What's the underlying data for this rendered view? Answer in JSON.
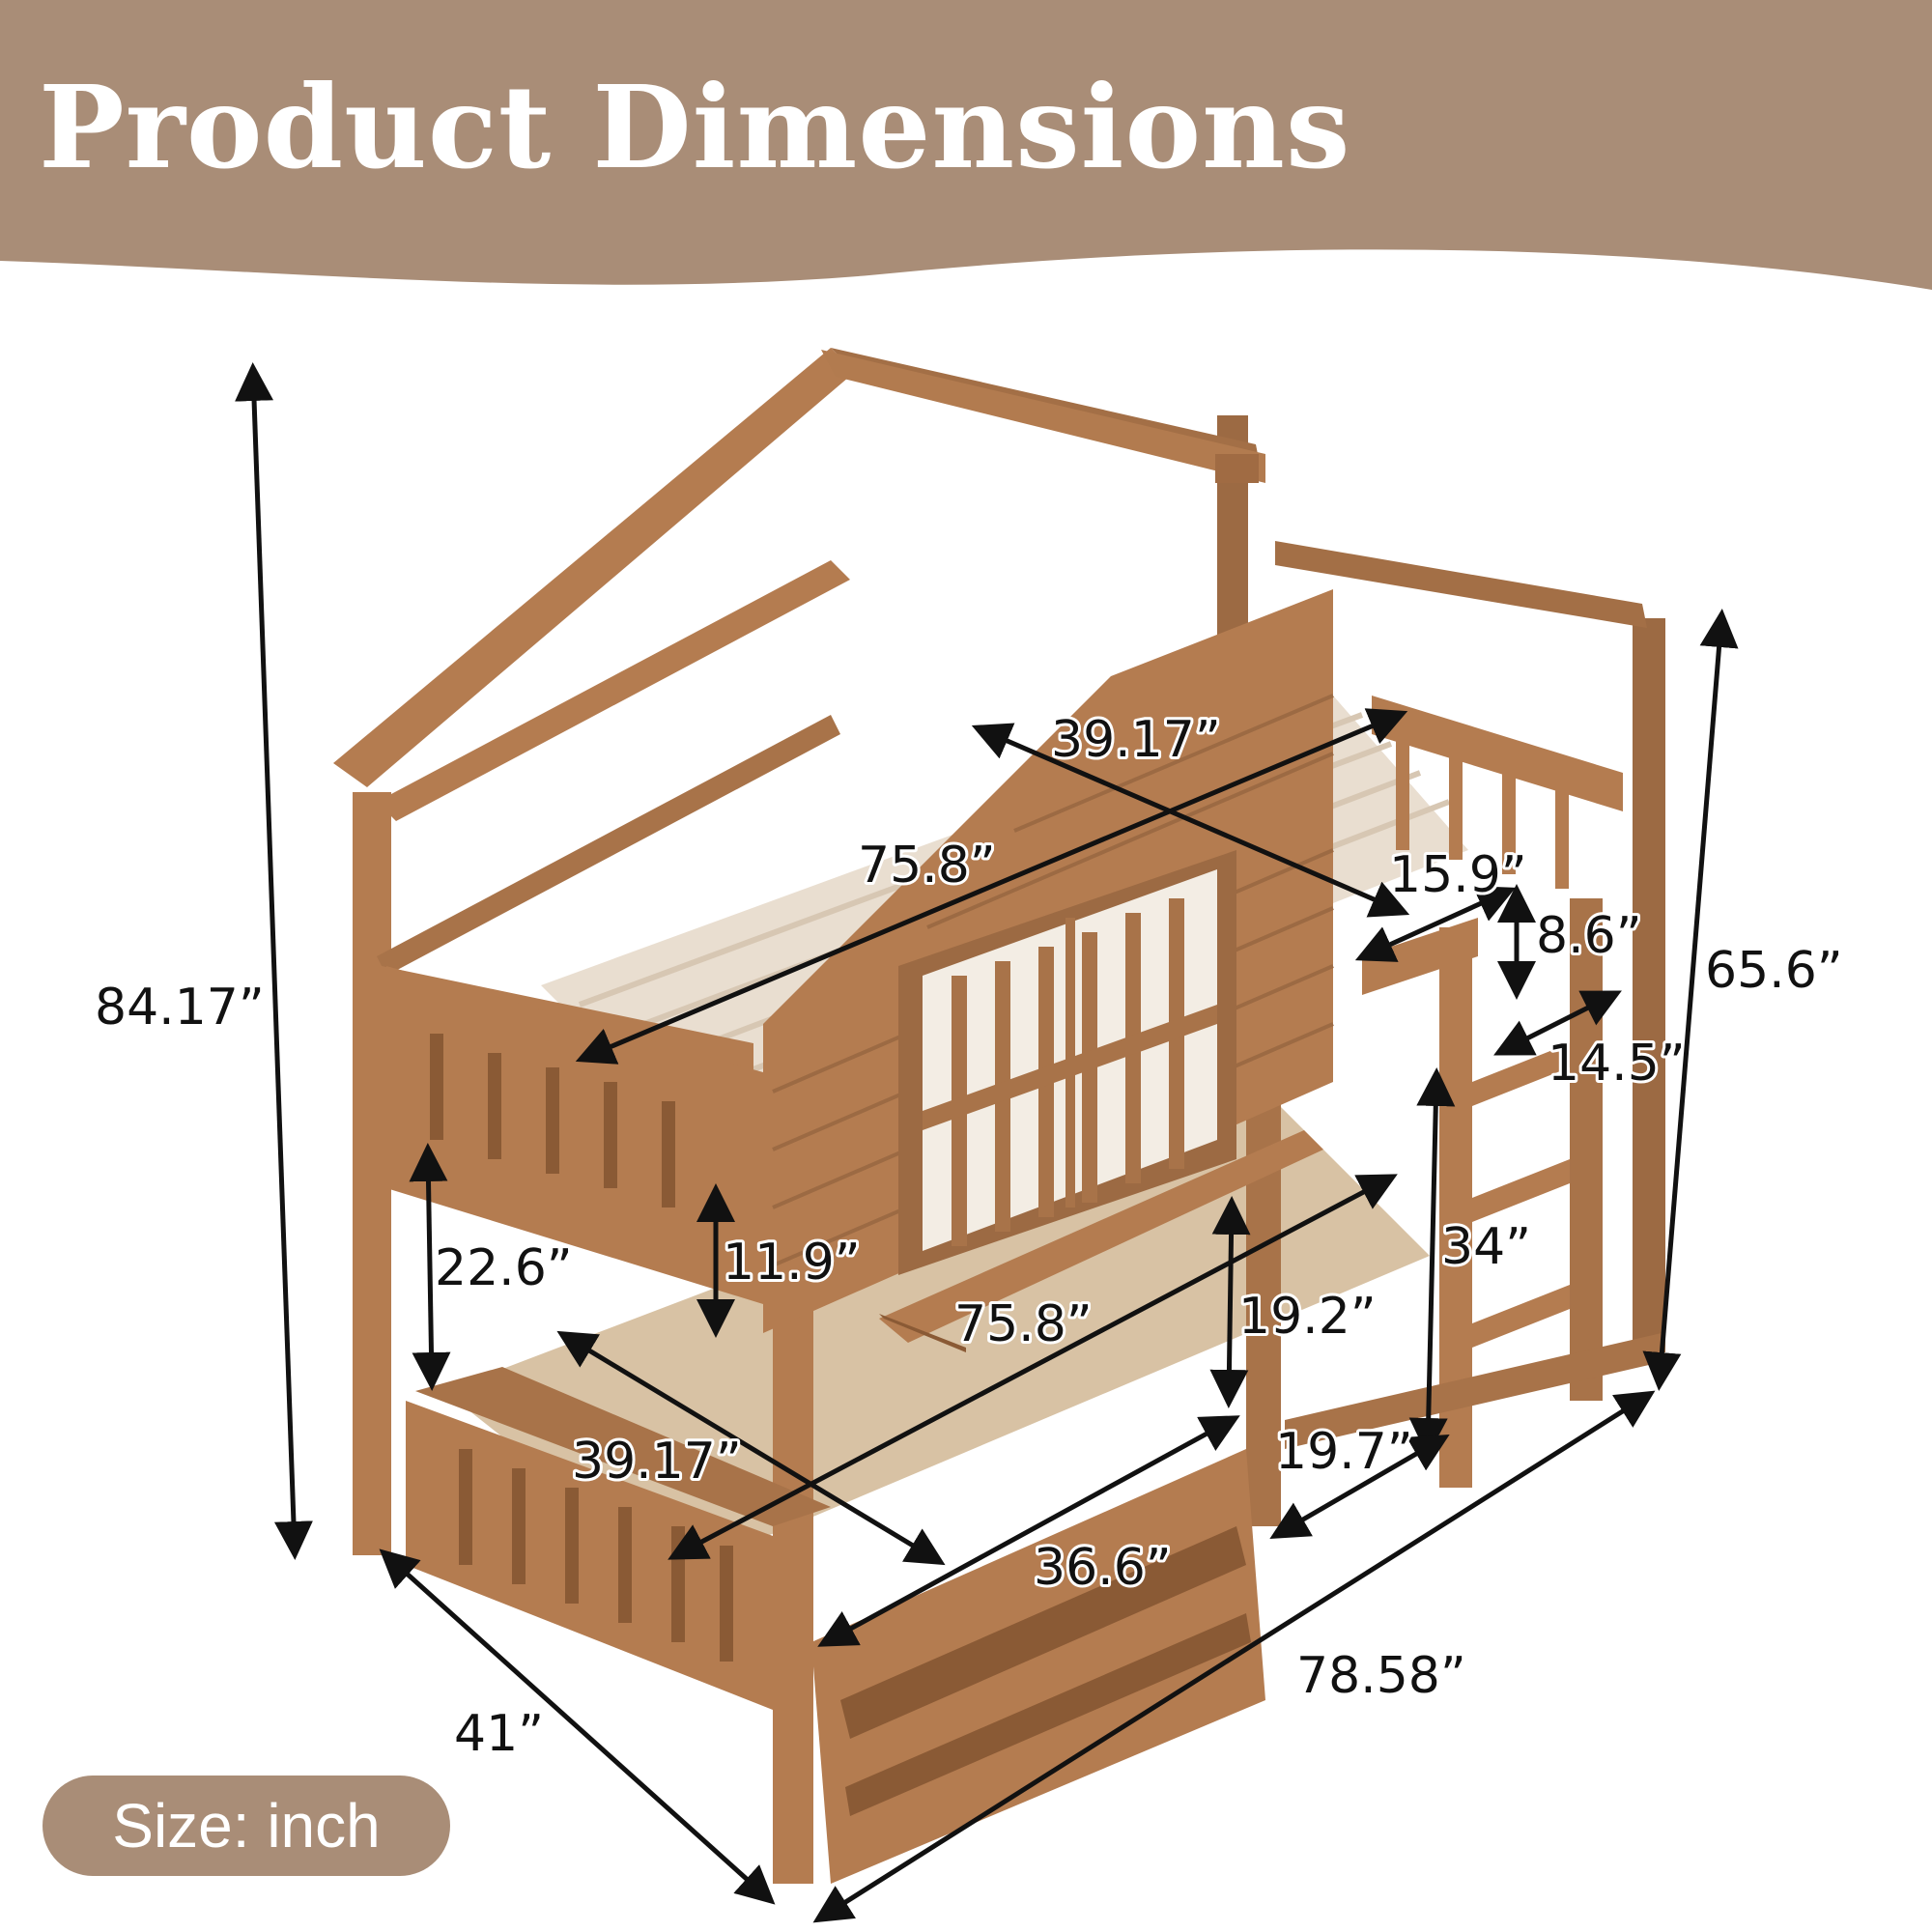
{
  "header": {
    "title": "Product Dimensions",
    "band_color": "#a98d77"
  },
  "badge": {
    "label": "Size: inch"
  },
  "product": {
    "wood_color": "#b07a4f",
    "wood_dark": "#8a5a35",
    "slat_color": "#f3ede4"
  },
  "dimensions": {
    "overall_height": "84.17”",
    "rail_height": "65.6”",
    "length": "78.58”",
    "width": "41”",
    "upper_length": "75.8”",
    "upper_width": "39.17”",
    "upper_window_width": "15.9”",
    "upper_guard_height": "8.6”",
    "upper_opening": "14.5”",
    "lower_clearance": "22.6”",
    "upper_panel_height": "11.9”",
    "lower_length": "75.8”",
    "desk_clearance": "19.2”",
    "ladder_height": "34”",
    "lower_width": "39.17”",
    "ladder_width": "19.7”",
    "drawer_width": "36.6”"
  }
}
